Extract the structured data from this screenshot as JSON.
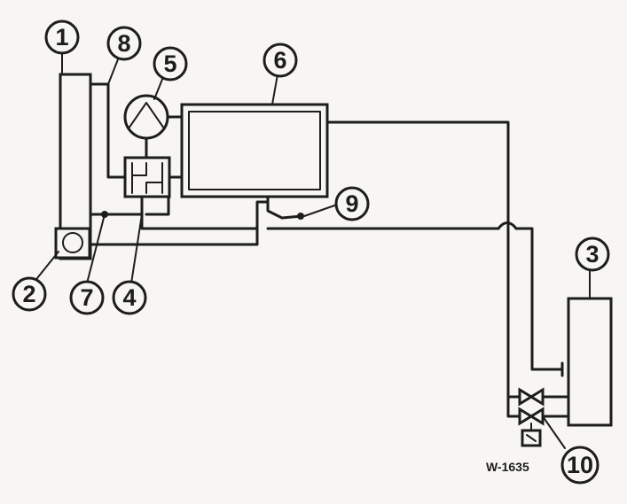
{
  "figure_code": "W-1635",
  "callouts": [
    {
      "label": "1"
    },
    {
      "label": "2"
    },
    {
      "label": "3"
    },
    {
      "label": "4"
    },
    {
      "label": "5"
    },
    {
      "label": "6"
    },
    {
      "label": "7"
    },
    {
      "label": "8"
    },
    {
      "label": "9"
    },
    {
      "label": "10"
    }
  ]
}
